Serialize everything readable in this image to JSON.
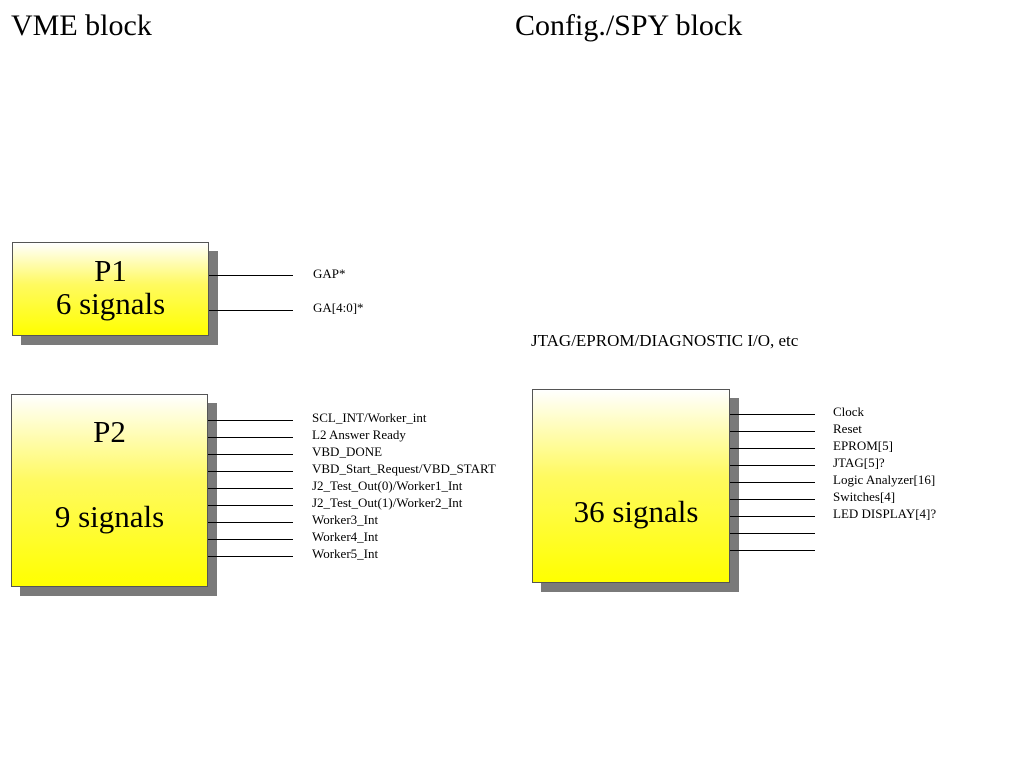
{
  "headings": {
    "vme": "VME block",
    "config": "Config./SPY block"
  },
  "p1": {
    "title": "P1",
    "count": "6 signals",
    "signals": [
      "GAP*",
      "GA[4:0]*"
    ]
  },
  "p2": {
    "title": "P2",
    "count": "9 signals",
    "signals": [
      "SCL_INT/Worker_int",
      "L2 Answer Ready",
      "VBD_DONE",
      "VBD_Start_Request/VBD_START",
      "J2_Test_Out(0)/Worker1_Int",
      "J2_Test_Out(1)/Worker2_Int",
      "Worker3_Int",
      "Worker4_Int",
      "Worker5_Int"
    ]
  },
  "config": {
    "caption": "JTAG/EPROM/DIAGNOSTIC I/O, etc",
    "count": "36 signals",
    "signals": [
      "Clock",
      "Reset",
      "EPROM[5]",
      "JTAG[5]?",
      "Logic Analyzer[16]",
      "Switches[4]",
      "LED DISPLAY[4]?"
    ]
  },
  "colors": {
    "box_fill": "#ffff00",
    "box_shadow": "#7a7a7a",
    "wire": "#000000"
  }
}
